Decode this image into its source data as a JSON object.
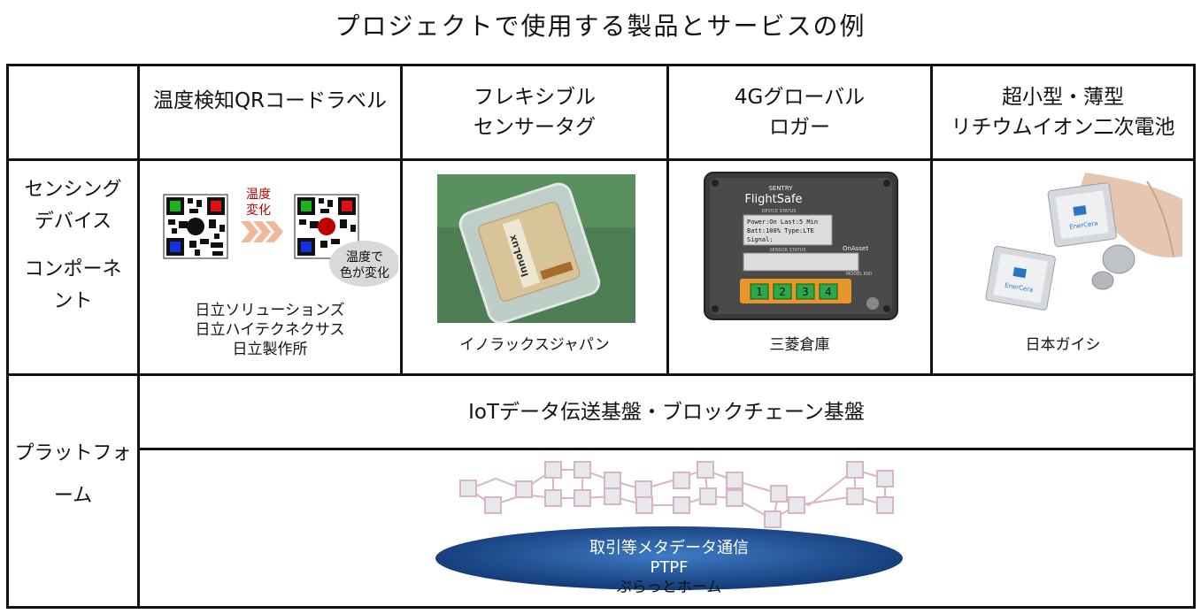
{
  "title": "プロジェクトで使用する製品とサービスの例",
  "columns": [
    {
      "line1": "温度検知QRコードラベル",
      "line2": ""
    },
    {
      "line1": "フレキシブル",
      "line2": "センサータグ"
    },
    {
      "line1": "4Gグローバル",
      "line2": "ロガー"
    },
    {
      "line1": "超小型・薄型",
      "line2": "リチウムイオン二次電池"
    }
  ],
  "rows": {
    "sensing": {
      "l1": "センシング",
      "l2": "デバイス",
      "l3": "コンポーネ",
      "l4": "ント"
    },
    "platform": {
      "l1": "プラットフォ",
      "l2": "ーム"
    }
  },
  "qr": {
    "change_label_1": "温度",
    "change_label_2": "変化",
    "bubble_1": "温度で",
    "bubble_2": "色が変化",
    "maker_1": "日立ソリューションズ",
    "maker_2": "日立ハイテクネクサス",
    "maker_3": "日立製作所"
  },
  "tag": {
    "maker": "イノラックスジャパン",
    "brand": "InnoLux"
  },
  "logger": {
    "maker": "三菱倉庫",
    "brand_small": "SENTRY",
    "brand": "FlightSafe",
    "status_label": "DEVICE STATUS",
    "screen_l1": "Power:On   Last:5 Min",
    "screen_l2": "Batt:100%  Type:LTE",
    "screen_l3": "           Signal:",
    "sensor_label": "SENSOR STATUS",
    "company": "OnAsset",
    "model": "MODEL 600",
    "buttons": [
      "1",
      "2",
      "3",
      "4"
    ]
  },
  "battery": {
    "maker": "日本ガイシ",
    "brand": "EnerCera"
  },
  "platform": {
    "header": "IoTデータ伝送基盤・ブロックチェーン基盤",
    "ellipse_l1": "取引等メタデータ通信",
    "ellipse_l2": "PTPF",
    "caption": "ぷらっとホーム"
  },
  "colors": {
    "accent_red": "#c00000",
    "ellipse": "#1a4b8c",
    "node": "#d8c0cc"
  }
}
